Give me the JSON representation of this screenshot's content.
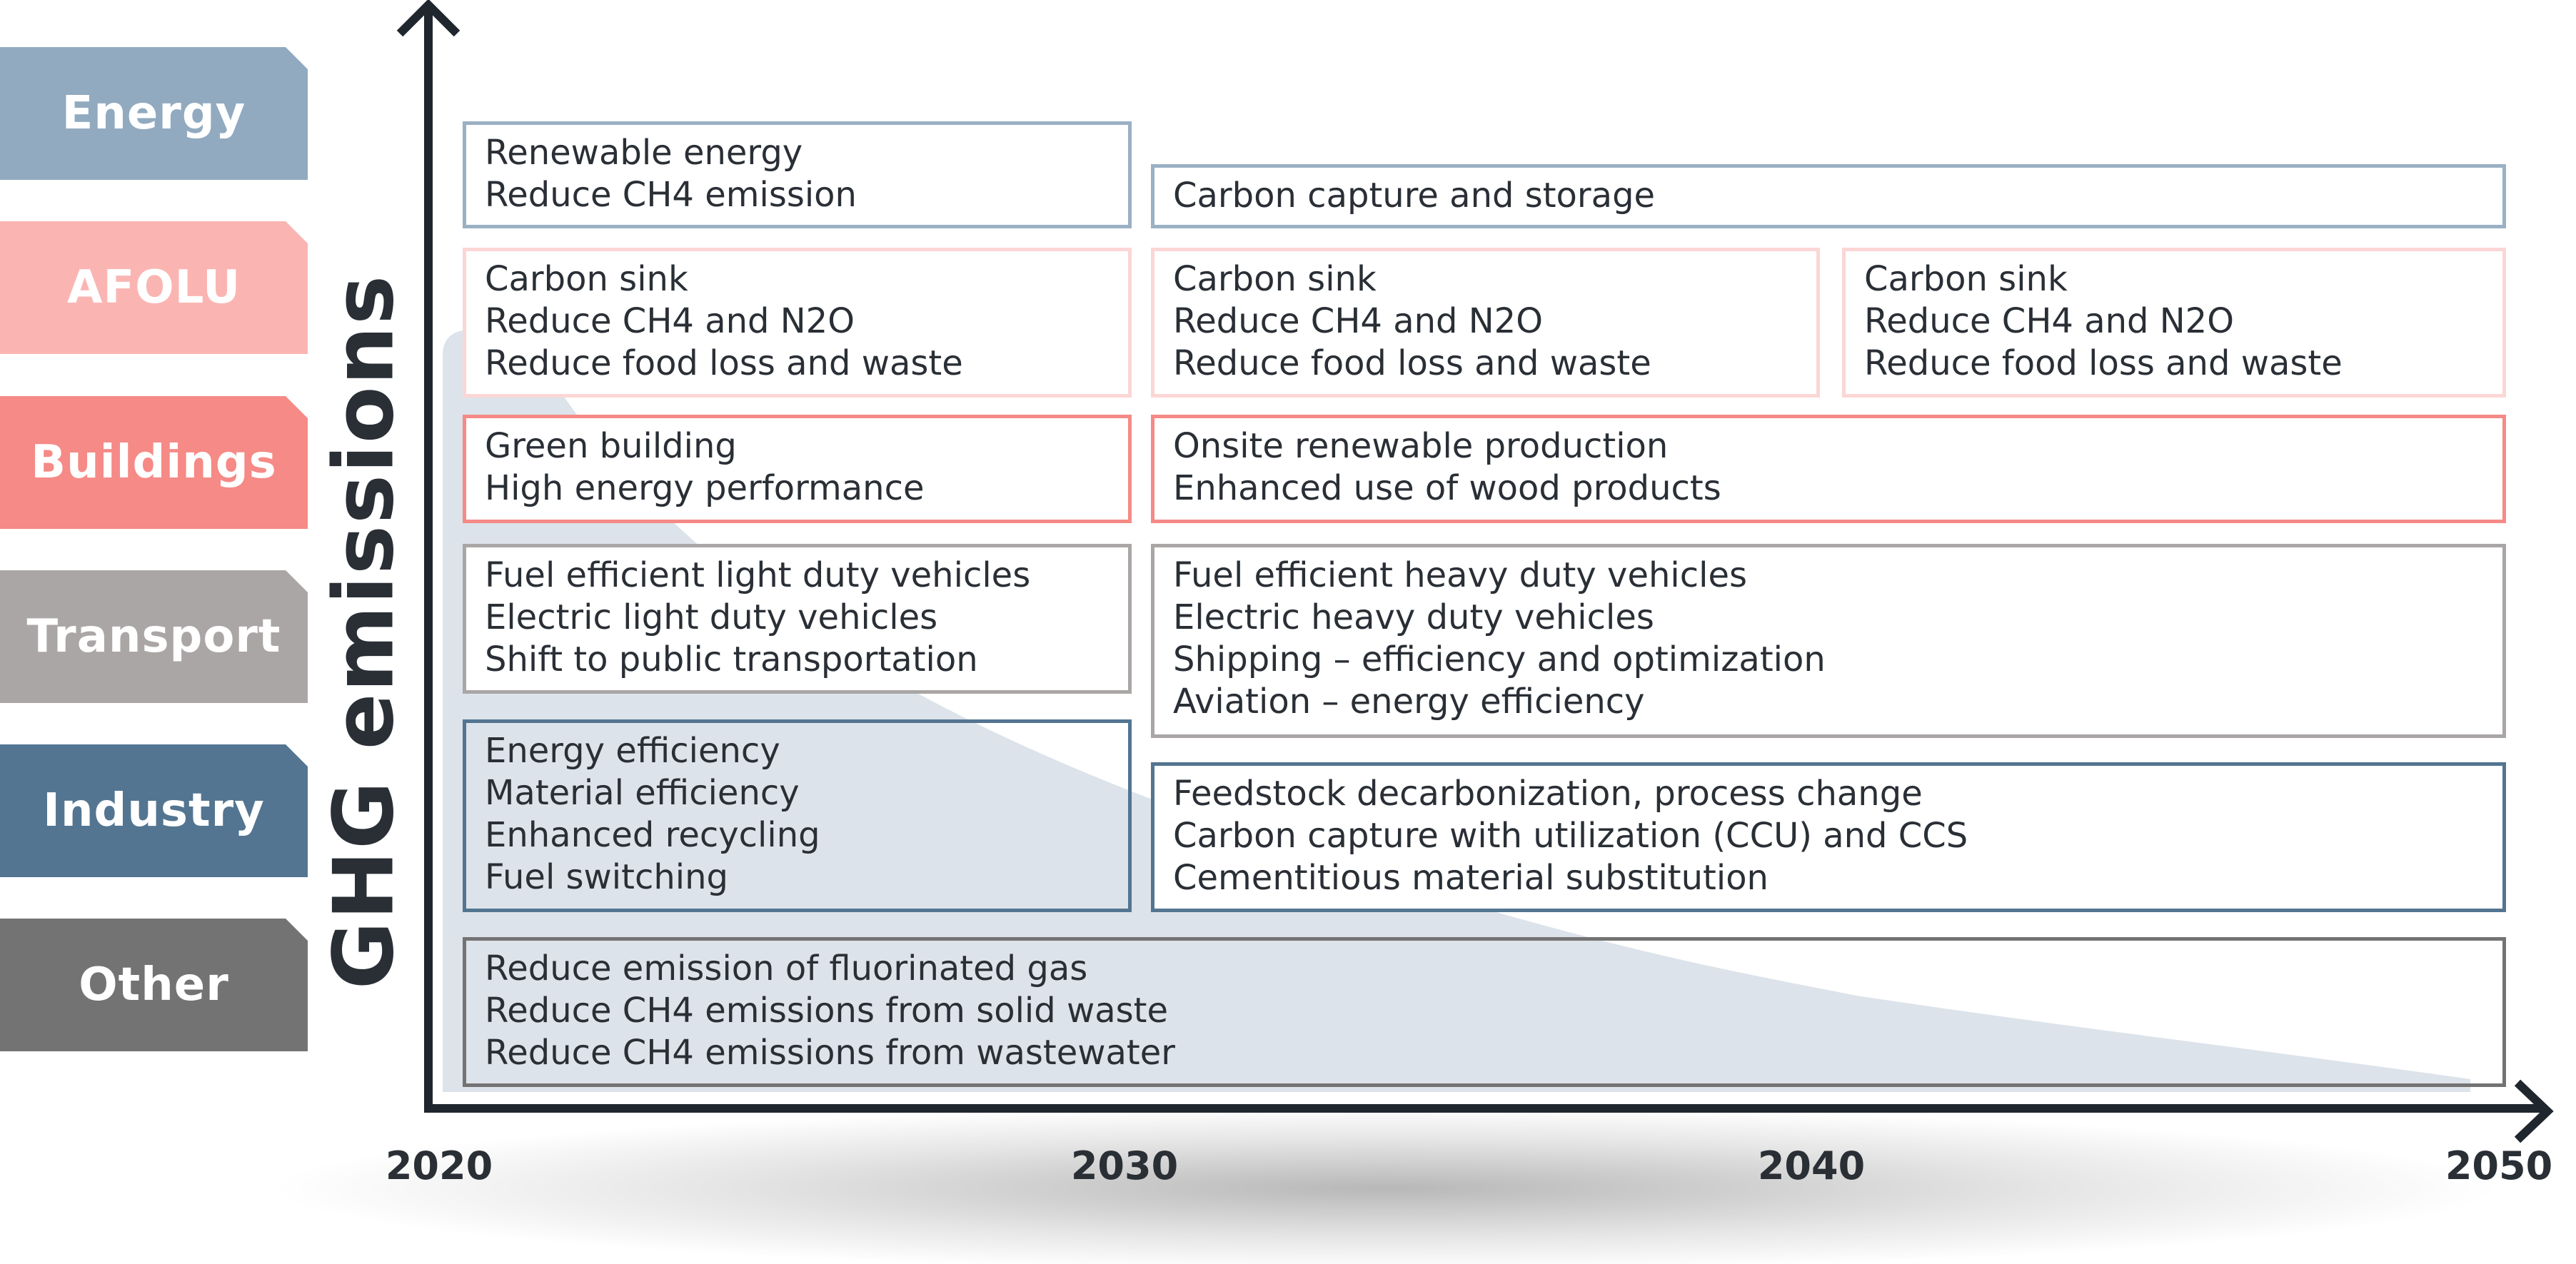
{
  "colors": {
    "energy": "#91aac0",
    "afolu": "#fab5b3",
    "buildings": "#f58a86",
    "transport": "#aaa6a5",
    "industry": "#537591",
    "other": "#747373",
    "emissions_area": "#dde3ea",
    "axis": "#1f262e"
  },
  "sectors": {
    "energy": "Energy",
    "afolu": "AFOLU",
    "buildings": "Buildings",
    "transport": "Transport",
    "industry": "Industry",
    "other": "Other"
  },
  "y_axis_label": "GHG emissions",
  "x_axis_ticks": [
    "2020",
    "2030",
    "2040",
    "2050"
  ],
  "measures": {
    "energy_2020_2030": [
      "Renewable energy",
      "Reduce CH4 emission"
    ],
    "energy_2030_2050": [
      "Carbon capture and storage"
    ],
    "afolu_2020_2030": [
      "Carbon sink",
      "Reduce CH4 and N2O",
      "Reduce food loss and waste"
    ],
    "afolu_2030_2040": [
      "Carbon sink",
      "Reduce CH4 and N2O",
      "Reduce food loss and waste"
    ],
    "afolu_2040_2050": [
      "Carbon sink",
      "Reduce CH4 and N2O",
      "Reduce food loss and waste"
    ],
    "buildings_2020_2030": [
      "Green building",
      "High energy performance"
    ],
    "buildings_2030_2050": [
      "Onsite renewable production",
      "Enhanced use of wood products"
    ],
    "transport_2020_2030": [
      "Fuel efficient light duty vehicles",
      "Electric light duty vehicles",
      "Shift to public transportation"
    ],
    "transport_2030_2050": [
      "Fuel efficient heavy duty vehicles",
      "Electric heavy duty vehicles",
      "Shipping – efficiency and optimization",
      "Aviation – energy efficiency"
    ],
    "industry_2020_2030": [
      "Energy efficiency",
      "Material efficiency",
      "Enhanced recycling",
      "Fuel switching"
    ],
    "industry_2030_2050": [
      "Feedstock decarbonization, process change",
      "Carbon capture with utilization (CCU) and CCS",
      "Cementitious material substitution"
    ],
    "other_2020_2050": [
      "Reduce emission of fluorinated gas",
      "Reduce CH4 emissions from solid waste",
      "Reduce CH4 emissions from wastewater"
    ]
  }
}
